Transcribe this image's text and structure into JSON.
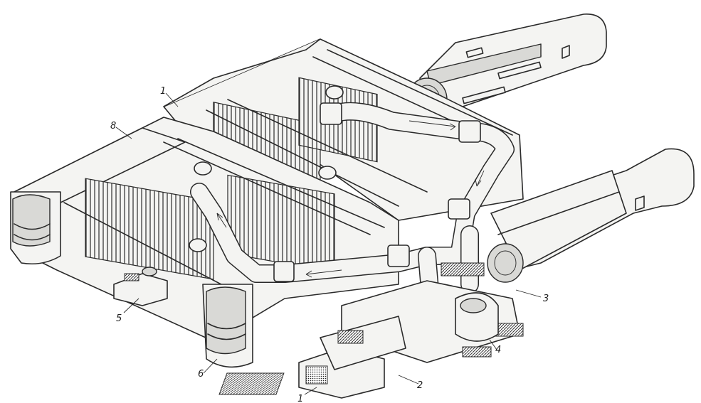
{
  "diagram": {
    "callouts": [
      {
        "id": "1",
        "label": "1"
      },
      {
        "id": "2",
        "label": "2"
      },
      {
        "id": "3",
        "label": "3"
      },
      {
        "id": "4",
        "label": "4"
      },
      {
        "id": "5",
        "label": "5"
      },
      {
        "id": "6",
        "label": "6"
      },
      {
        "id": "1-top",
        "label": "1"
      },
      {
        "id": "8",
        "label": "8"
      }
    ]
  }
}
